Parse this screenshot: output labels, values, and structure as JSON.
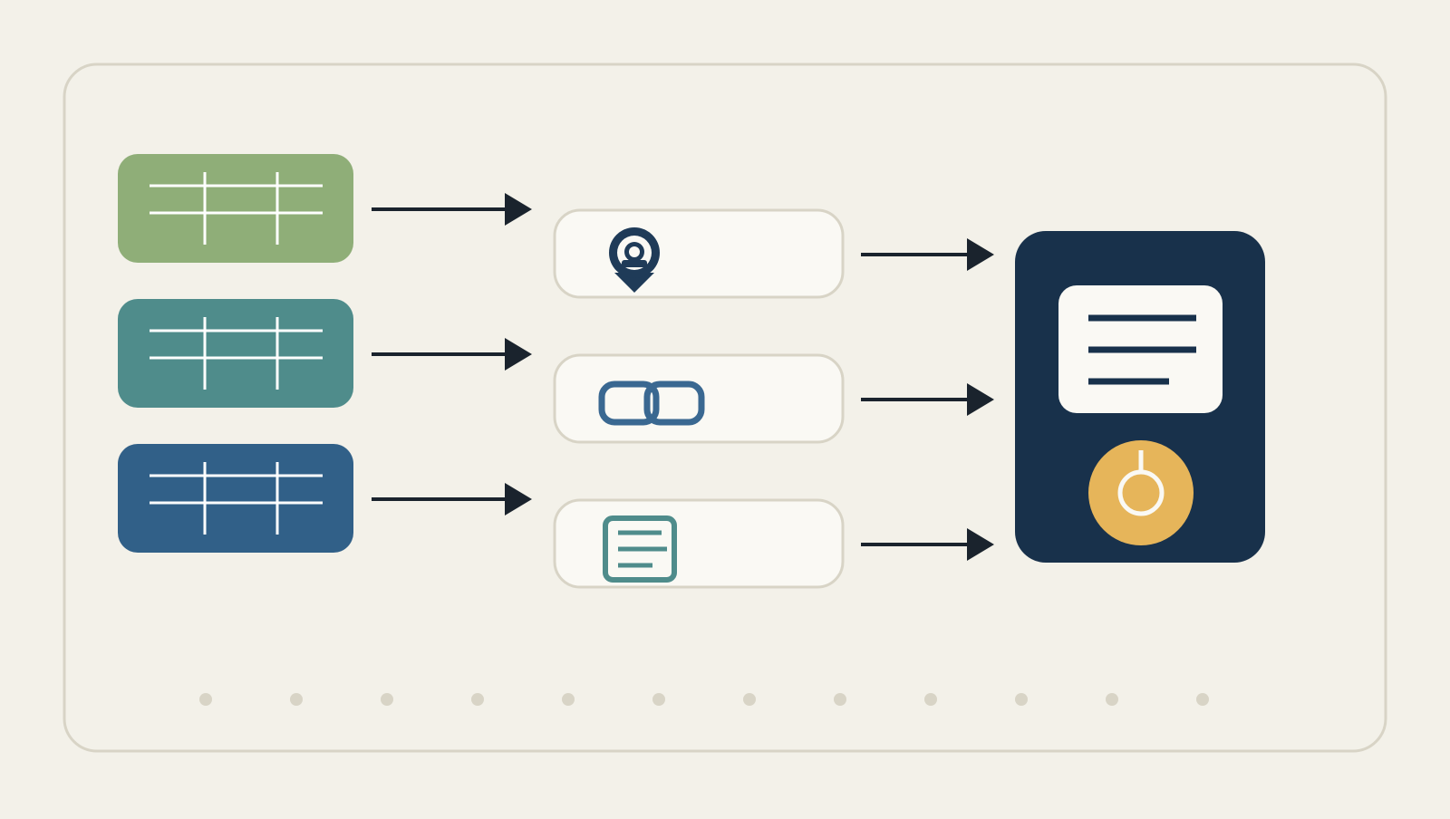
{
  "colors": {
    "background": "#f3f1e9",
    "frame_stroke": "#d8d4c6",
    "source_1": "#8fae78",
    "source_2": "#4f8c8b",
    "source_3": "#316088",
    "arrow": "#1a232d",
    "step_fill": "#faf9f4",
    "step_stroke": "#d8d4c6",
    "output_panel": "#18314b",
    "output_card": "#faf9f4",
    "accent": "#e6b55a",
    "icon_navy": "#1f3b58",
    "icon_blue": "#3a6891",
    "icon_teal": "#4f8c8b",
    "grid_line": "#ffffff",
    "dot": "#d8d4c6"
  },
  "sources": [
    {
      "name": "data-table-green",
      "color_key": "source_1",
      "icon": "table-grid-icon"
    },
    {
      "name": "data-table-teal",
      "color_key": "source_2",
      "icon": "table-grid-icon"
    },
    {
      "name": "data-table-blue",
      "color_key": "source_3",
      "icon": "table-grid-icon"
    }
  ],
  "steps": [
    {
      "name": "step-locate",
      "icon": "location-pin-icon"
    },
    {
      "name": "step-link",
      "icon": "chain-link-icon"
    },
    {
      "name": "step-document",
      "icon": "document-lines-icon"
    }
  ],
  "output": {
    "card_icon": "report-lines-icon",
    "badge_icon": "power-knob-icon"
  },
  "footer_dots": 12
}
